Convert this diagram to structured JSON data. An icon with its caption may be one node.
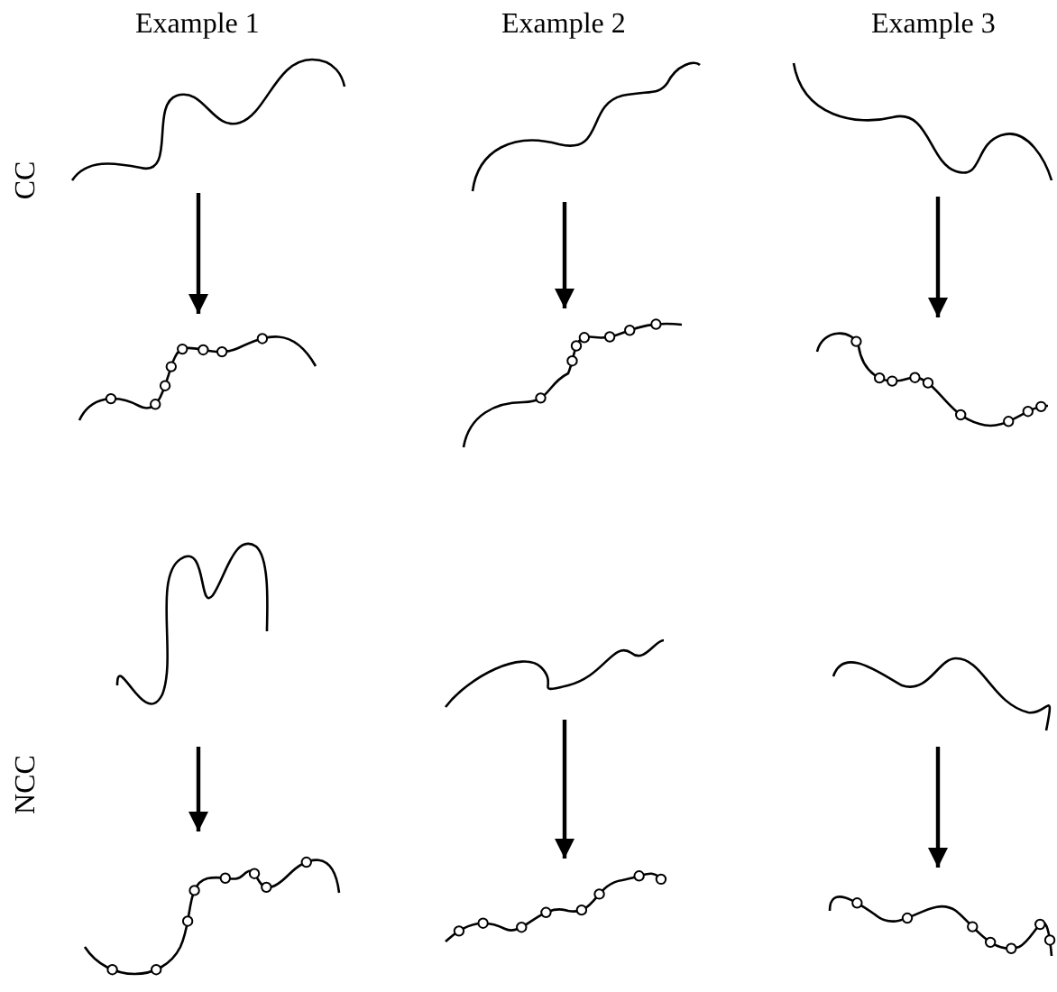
{
  "diagram": {
    "nodes": [
      {
        "text": [],
        "shape": "curve"
      },
      {
        "text": [],
        "shape": "curve"
      },
      {
        "text": [],
        "shape": "curve"
      },
      {
        "text": [],
        "shape": "curve"
      },
      {
        "text": [],
        "shape": "curve"
      },
      {
        "text": [],
        "shape": "curve"
      },
      {
        "text": [],
        "shape": "curve"
      },
      {
        "text": [],
        "shape": "curve"
      },
      {
        "text": [],
        "shape": "curve"
      },
      {
        "text": [],
        "shape": "curve"
      },
      {
        "text": [],
        "shape": "curve"
      },
      {
        "text": [],
        "shape": "curve"
      }
    ],
    "edges": [
      {
        "from": 0,
        "to": 3,
        "arrow": "to"
      },
      {
        "from": 1,
        "to": 4,
        "arrow": "to"
      },
      {
        "from": 2,
        "to": 5,
        "arrow": "to"
      },
      {
        "from": 6,
        "to": 9,
        "arrow": "to"
      },
      {
        "from": 7,
        "to": 10,
        "arrow": "to"
      },
      {
        "from": 8,
        "to": 11,
        "arrow": "to"
      }
    ],
    "labels": [
      "Example 1",
      "Example 2",
      "Example 3",
      "CC",
      "NCC"
    ]
  }
}
